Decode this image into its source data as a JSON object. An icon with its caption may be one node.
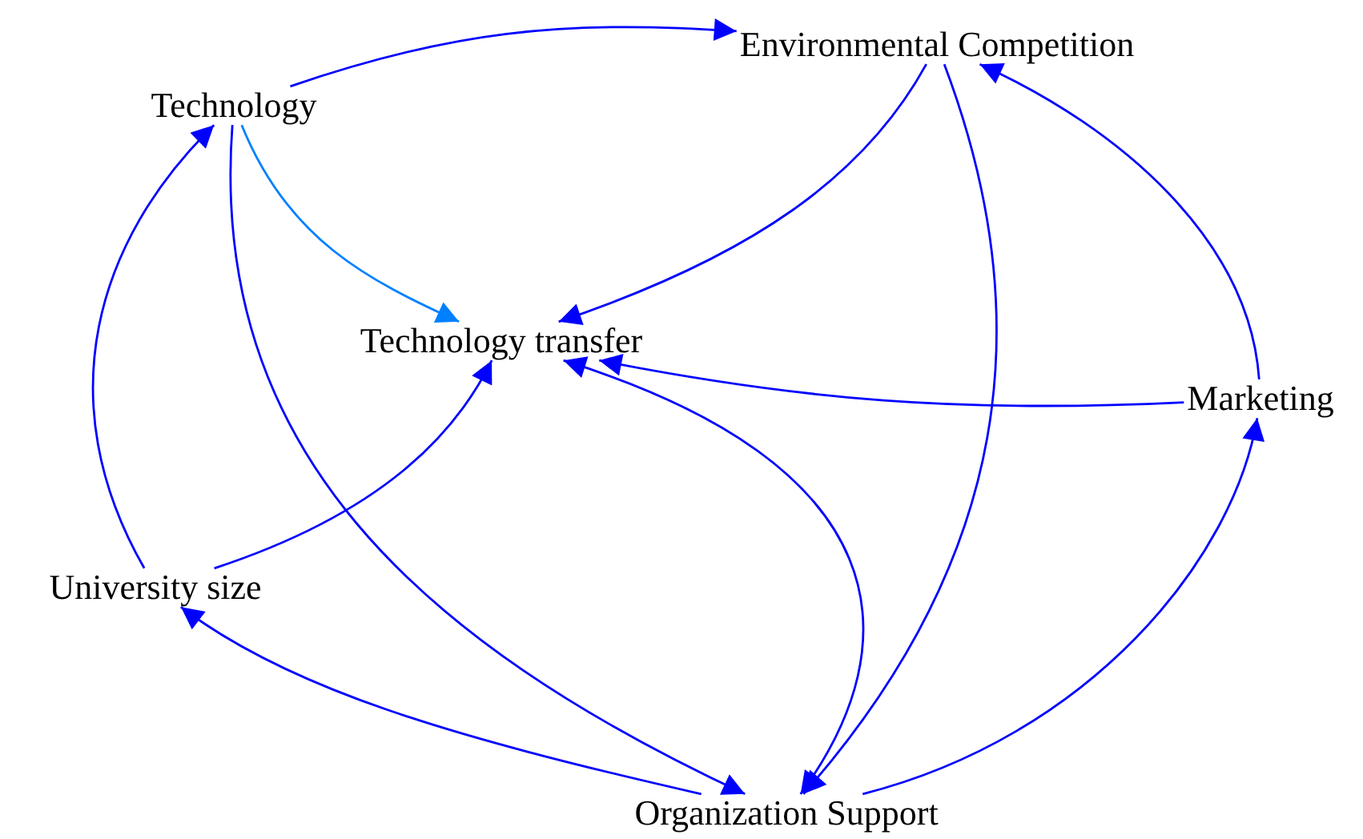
{
  "diagram": {
    "nodes": [
      {
        "text": [
          "Technology"
        ]
      },
      {
        "text": [
          "Environmental Competition"
        ]
      },
      {
        "text": [
          "Technology transfer"
        ]
      },
      {
        "text": [
          "Marketing"
        ]
      },
      {
        "text": [
          "University size"
        ]
      },
      {
        "text": [
          "Organization Support"
        ]
      }
    ],
    "edges": [
      {
        "from": 0,
        "to": 1,
        "arrow": "to"
      },
      {
        "from": 0,
        "to": 2,
        "arrow": "to",
        "color": "#0080ff"
      },
      {
        "from": 0,
        "to": 5,
        "arrow": "to"
      },
      {
        "from": 4,
        "to": 0,
        "arrow": "to"
      },
      {
        "from": 4,
        "to": 2,
        "arrow": "to"
      },
      {
        "from": 5,
        "to": 4,
        "arrow": "to"
      },
      {
        "from": 1,
        "to": 2,
        "arrow": "to"
      },
      {
        "from": 1,
        "to": 5,
        "arrow": "to"
      },
      {
        "from": 3,
        "to": 1,
        "arrow": "to"
      },
      {
        "from": 3,
        "to": 2,
        "arrow": "to"
      },
      {
        "from": 2,
        "to": 5,
        "arrow": "both"
      },
      {
        "from": 5,
        "to": 3,
        "arrow": "to"
      }
    ]
  }
}
